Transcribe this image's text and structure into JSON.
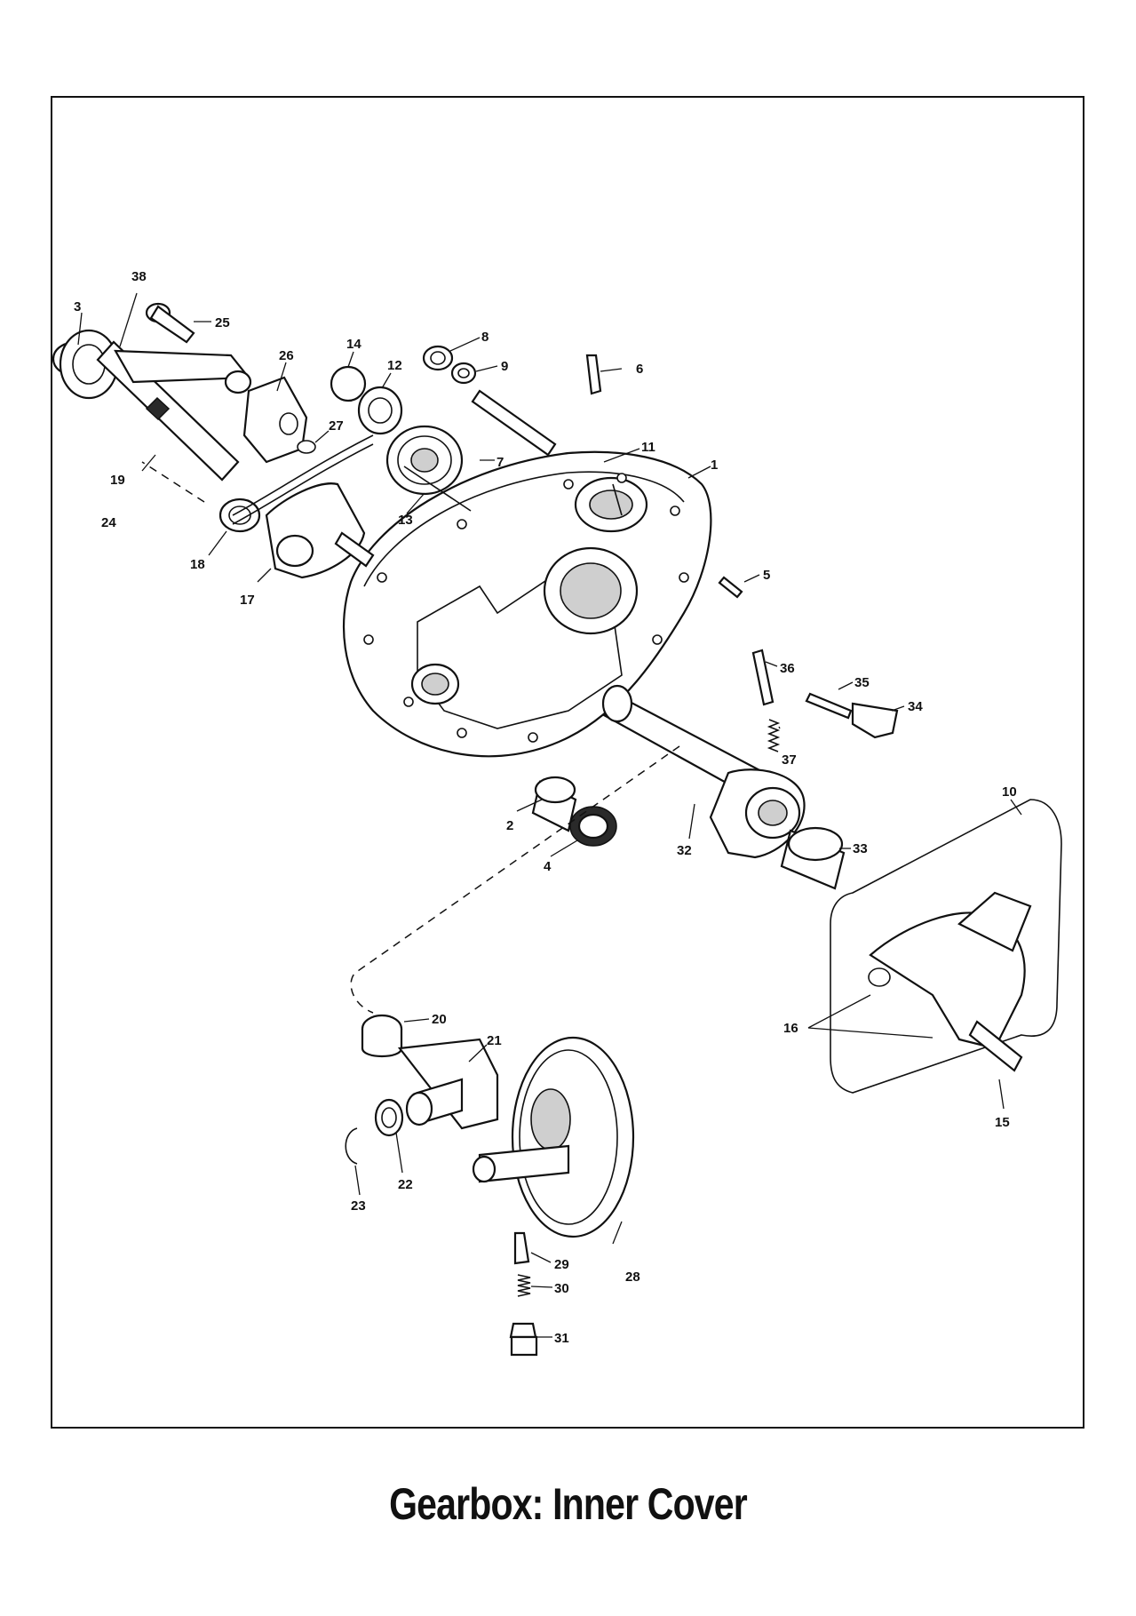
{
  "caption": "Gearbox: Inner Cover",
  "callouts": {
    "p1": "1",
    "p2": "2",
    "p3": "3",
    "p4": "4",
    "p5": "5",
    "p6": "6",
    "p7": "7",
    "p8": "8",
    "p9": "9",
    "p10": "10",
    "p11": "11",
    "p12": "12",
    "p13": "13",
    "p14": "14",
    "p15": "15",
    "p16": "16",
    "p17": "17",
    "p18": "18",
    "p19": "19",
    "p20": "20",
    "p21": "21",
    "p22": "22",
    "p23": "23",
    "p24": "24",
    "p25": "25",
    "p26": "26",
    "p27": "27",
    "p28": "28",
    "p29": "29",
    "p30": "30",
    "p31": "31",
    "p32": "32",
    "p33": "33",
    "p34": "34",
    "p35": "35",
    "p36": "36",
    "p37": "37",
    "p38": "38"
  }
}
